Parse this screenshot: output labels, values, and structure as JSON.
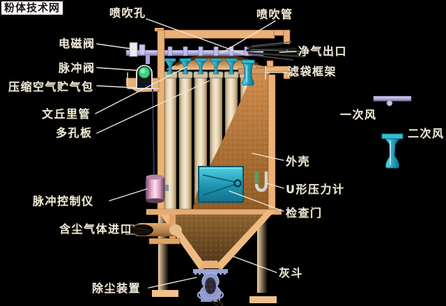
{
  "watermark": {
    "text": "粉体技术网"
  },
  "diagram": {
    "labels": {
      "blow_hole": "喷吹孔",
      "blow_pipe": "喷吹管",
      "solenoid_valve": "电磁阀",
      "pulse_valve": "脉冲阀",
      "air_reservoir": "压缩空气贮气包",
      "venturi_tube": "文丘里管",
      "perforated_plate": "多孔板",
      "clean_air_outlet": "净气出口",
      "filter_bag_cage": "滤袋框架",
      "primary_air": "一次风",
      "secondary_air": "二次风",
      "shell": "外壳",
      "u_tube_manometer": "U形压力计",
      "inspection_door": "检查门",
      "pulse_controller": "脉冲控制仪",
      "dusty_gas_inlet": "含尘气体进口",
      "dust_discharge_device": "除尘装置",
      "ash_hopper": "灰斗"
    },
    "colors": {
      "background": "#000000",
      "label_text": "#eeebdc",
      "shell_tan": "#ecb176",
      "filter_bag": "#e9d9bb",
      "venturi_cyan": "#2db3c9",
      "blow_pipe_lavender": "#a9a4d8",
      "pulse_valve_green": "#3fcf82",
      "controller_pink": "#e9a5c8",
      "door_cyan": "#28a9c4",
      "dust_brown": "#9a6128",
      "manometer_green": "#3da865",
      "discharge_lavender": "#99a2d4"
    }
  }
}
